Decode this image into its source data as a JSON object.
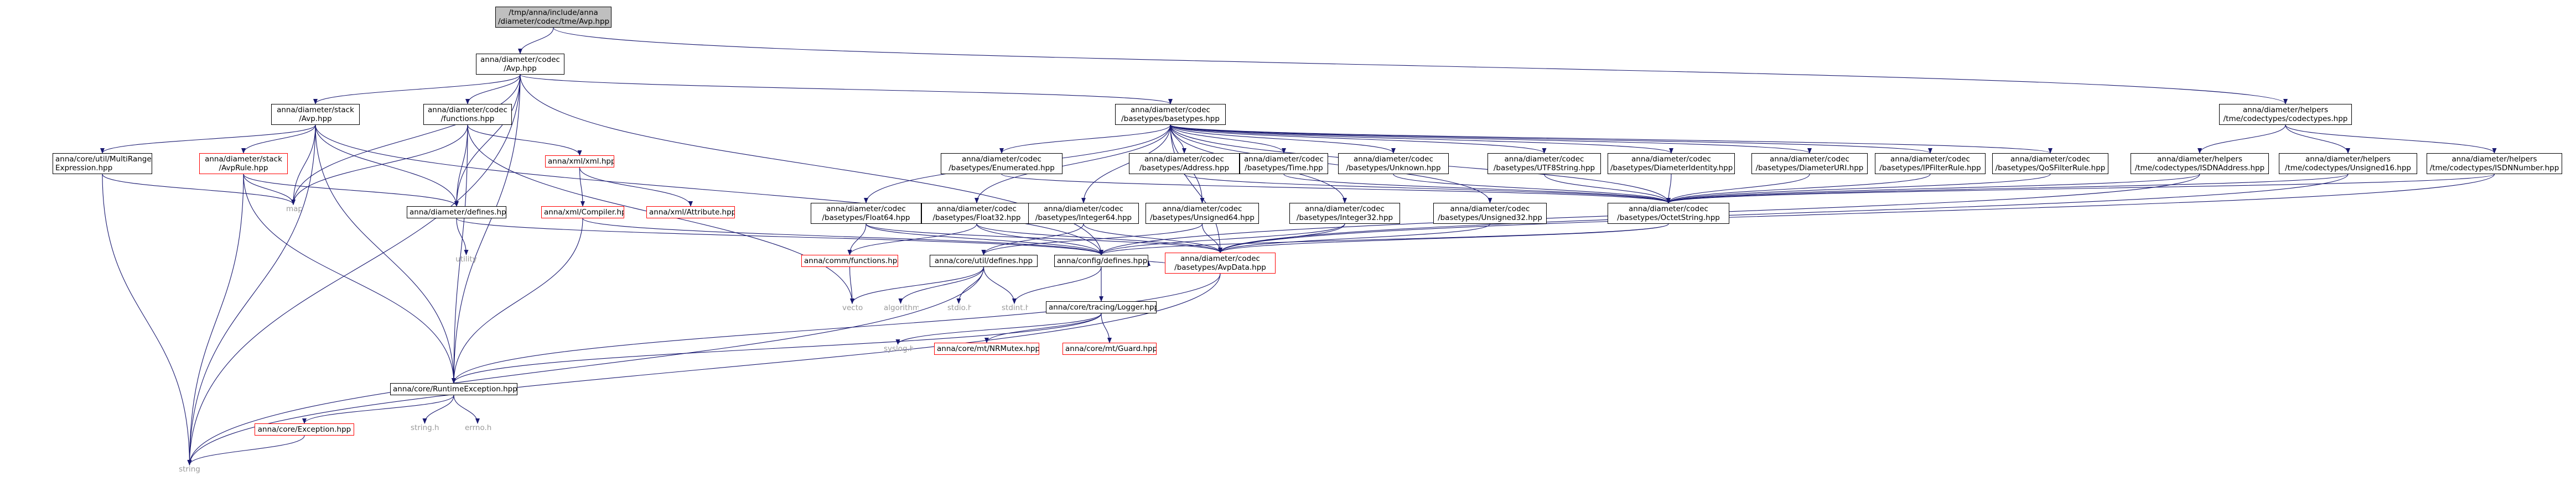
{
  "graph": {
    "nodes": {
      "root": [
        "/tmp/anna/include/anna",
        "/diameter/codec/tme/Avp.hpp"
      ],
      "codec_avp": [
        "anna/diameter/codec",
        "/Avp.hpp"
      ],
      "stack_avp": [
        "anna/diameter/stack",
        "/Avp.hpp"
      ],
      "codec_functions": [
        "anna/diameter/codec",
        "/functions.hpp"
      ],
      "basetypes": [
        "anna/diameter/codec",
        "/basetypes/basetypes.hpp"
      ],
      "helpers_codectypes": [
        "anna/diameter/helpers",
        "/tme/codectypes/codectypes.hpp"
      ],
      "multirange": [
        "anna/core/util/MultiRange",
        "Expression.hpp"
      ],
      "stack_avprule": [
        "anna/diameter/stack",
        "/AvpRule.hpp"
      ],
      "xml_xml": [
        "anna/xml/xml.hpp"
      ],
      "map": [
        "map"
      ],
      "defines": [
        "anna/diameter/defines.hpp"
      ],
      "xml_compiler": [
        "anna/xml/Compiler.hpp"
      ],
      "xml_attribute": [
        "anna/xml/Attribute.hpp"
      ],
      "utility": [
        "utility"
      ],
      "float64": [
        "anna/diameter/codec",
        "/basetypes/Float64.hpp"
      ],
      "float32": [
        "anna/diameter/codec",
        "/basetypes/Float32.hpp"
      ],
      "enumerated": [
        "anna/diameter/codec",
        "/basetypes/Enumerated.hpp"
      ],
      "integer64": [
        "anna/diameter/codec",
        "/basetypes/Integer64.hpp"
      ],
      "unsigned64": [
        "anna/diameter/codec",
        "/basetypes/Unsigned64.hpp"
      ],
      "address": [
        "anna/diameter/codec",
        "/basetypes/Address.hpp"
      ],
      "time": [
        "anna/diameter/codec",
        "/basetypes/Time.hpp"
      ],
      "unknown": [
        "anna/diameter/codec",
        "/basetypes/Unknown.hpp"
      ],
      "integer32": [
        "anna/diameter/codec",
        "/basetypes/Integer32.hpp"
      ],
      "unsigned32": [
        "anna/diameter/codec",
        "/basetypes/Unsigned32.hpp"
      ],
      "utf8string": [
        "anna/diameter/codec",
        "/basetypes/UTF8String.hpp"
      ],
      "diameteridentity": [
        "anna/diameter/codec",
        "/basetypes/DiameterIdentity.hpp"
      ],
      "diameteruri": [
        "anna/diameter/codec",
        "/basetypes/DiameterURI.hpp"
      ],
      "ipfilterrule": [
        "anna/diameter/codec",
        "/basetypes/IPFilterRule.hpp"
      ],
      "qosfilterrule": [
        "anna/diameter/codec",
        "/basetypes/QoSFilterRule.hpp"
      ],
      "octetstring": [
        "anna/diameter/codec",
        "/basetypes/OctetString.hpp"
      ],
      "avpdata": [
        "anna/diameter/codec",
        "/basetypes/AvpData.hpp"
      ],
      "isdnaddress": [
        "anna/diameter/helpers",
        "/tme/codectypes/ISDNAddress.hpp"
      ],
      "unsigned16": [
        "anna/diameter/helpers",
        "/tme/codectypes/Unsigned16.hpp"
      ],
      "isdnnumber": [
        "anna/diameter/helpers",
        "/tme/codectypes/ISDNNumber.hpp"
      ],
      "comm_functions": [
        "anna/comm/functions.hpp"
      ],
      "core_util_defines": [
        "anna/core/util/defines.hpp"
      ],
      "config_defines": [
        "anna/config/defines.hpp"
      ],
      "vector": [
        "vector"
      ],
      "algorithm": [
        "algorithm"
      ],
      "stdio": [
        "stdio.h"
      ],
      "stdint": [
        "stdint.h"
      ],
      "logger": [
        "anna/core/tracing/Logger.hpp"
      ],
      "syslog": [
        "syslog.h"
      ],
      "nrmutex": [
        "anna/core/mt/NRMutex.hpp"
      ],
      "guard": [
        "anna/core/mt/Guard.hpp"
      ],
      "runtimeexception": [
        "anna/core/RuntimeException.hpp"
      ],
      "exception": [
        "anna/core/Exception.hpp"
      ],
      "string_h": [
        "string.h"
      ],
      "errno_h": [
        "errno.h"
      ],
      "string": [
        "string"
      ]
    },
    "colors": {
      "edge": "#191970",
      "edge_head": "#191970",
      "root_fill": "#bfbfbf",
      "red_border": "#ff0000",
      "system_text": "#9a9a9a"
    }
  }
}
